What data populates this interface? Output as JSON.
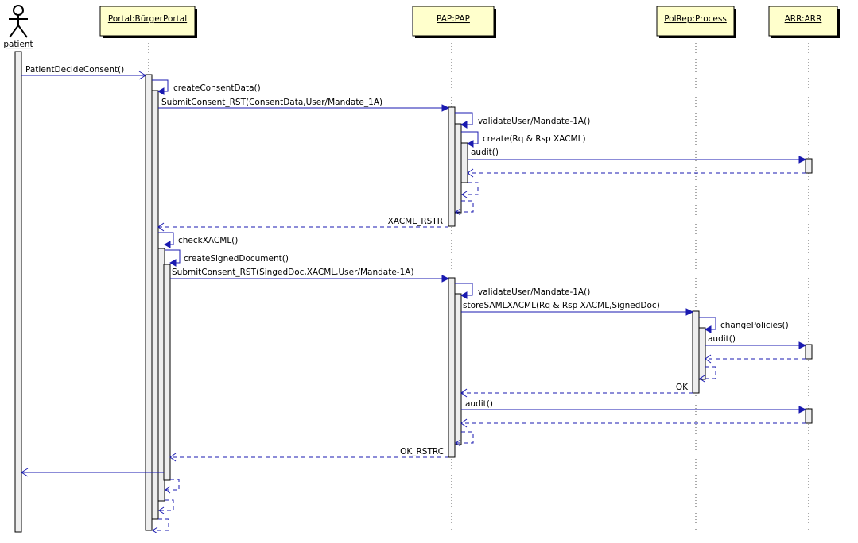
{
  "actors": {
    "patient": "patient",
    "portal": "Portal:BürgerPortal",
    "pap": "PAP:PAP",
    "polrep": "PolRep:Process",
    "arr": "ARR:ARR"
  },
  "messages": [
    {
      "id": "m1",
      "from": "patient",
      "to": "portal",
      "label": "PatientDecideConsent()",
      "kind": "call"
    },
    {
      "id": "m2",
      "from": "portal",
      "to": "portal",
      "label": "createConsentData()",
      "kind": "self"
    },
    {
      "id": "m3",
      "from": "portal",
      "to": "pap",
      "label": "SubmitConsent_RST(ConsentData,User/Mandate_1A)",
      "kind": "call"
    },
    {
      "id": "m4",
      "from": "pap",
      "to": "pap",
      "label": "validateUser/Mandate-1A()",
      "kind": "self"
    },
    {
      "id": "m5",
      "from": "pap",
      "to": "pap",
      "label": "create(Rq & Rsp XACML)",
      "kind": "self"
    },
    {
      "id": "m6",
      "from": "pap",
      "to": "arr",
      "label": "audit()",
      "kind": "call"
    },
    {
      "id": "m7",
      "from": "arr",
      "to": "pap",
      "label": "",
      "kind": "return"
    },
    {
      "id": "m8",
      "from": "pap",
      "to": "portal",
      "label": "XACML_RSTR",
      "kind": "return"
    },
    {
      "id": "m9",
      "from": "portal",
      "to": "portal",
      "label": "checkXACML()",
      "kind": "self"
    },
    {
      "id": "m10",
      "from": "portal",
      "to": "portal",
      "label": "createSignedDocument()",
      "kind": "self"
    },
    {
      "id": "m11",
      "from": "portal",
      "to": "pap",
      "label": "SubmitConsent_RST(SingedDoc,XACML,User/Mandate-1A)",
      "kind": "call"
    },
    {
      "id": "m12",
      "from": "pap",
      "to": "pap",
      "label": "validateUser/Mandate-1A()",
      "kind": "self"
    },
    {
      "id": "m13",
      "from": "pap",
      "to": "polrep",
      "label": "storeSAMLXACML(Rq & Rsp XACML,SignedDoc)",
      "kind": "call"
    },
    {
      "id": "m14",
      "from": "polrep",
      "to": "polrep",
      "label": "changePolicies()",
      "kind": "self"
    },
    {
      "id": "m15",
      "from": "polrep",
      "to": "arr",
      "label": "audit()",
      "kind": "call"
    },
    {
      "id": "m16",
      "from": "arr",
      "to": "polrep",
      "label": "",
      "kind": "return"
    },
    {
      "id": "m17",
      "from": "polrep",
      "to": "pap",
      "label": "OK",
      "kind": "return"
    },
    {
      "id": "m18",
      "from": "pap",
      "to": "arr",
      "label": "audit()",
      "kind": "call"
    },
    {
      "id": "m19",
      "from": "arr",
      "to": "pap",
      "label": "",
      "kind": "return"
    },
    {
      "id": "m20",
      "from": "pap",
      "to": "portal",
      "label": "OK_RSTRC",
      "kind": "return"
    },
    {
      "id": "m21",
      "from": "portal",
      "to": "patient",
      "label": "",
      "kind": "call"
    }
  ],
  "colors": {
    "message": "#1a1ab0",
    "actor_fill": "#ffffcc",
    "activation_fill": "#eeeeee"
  }
}
